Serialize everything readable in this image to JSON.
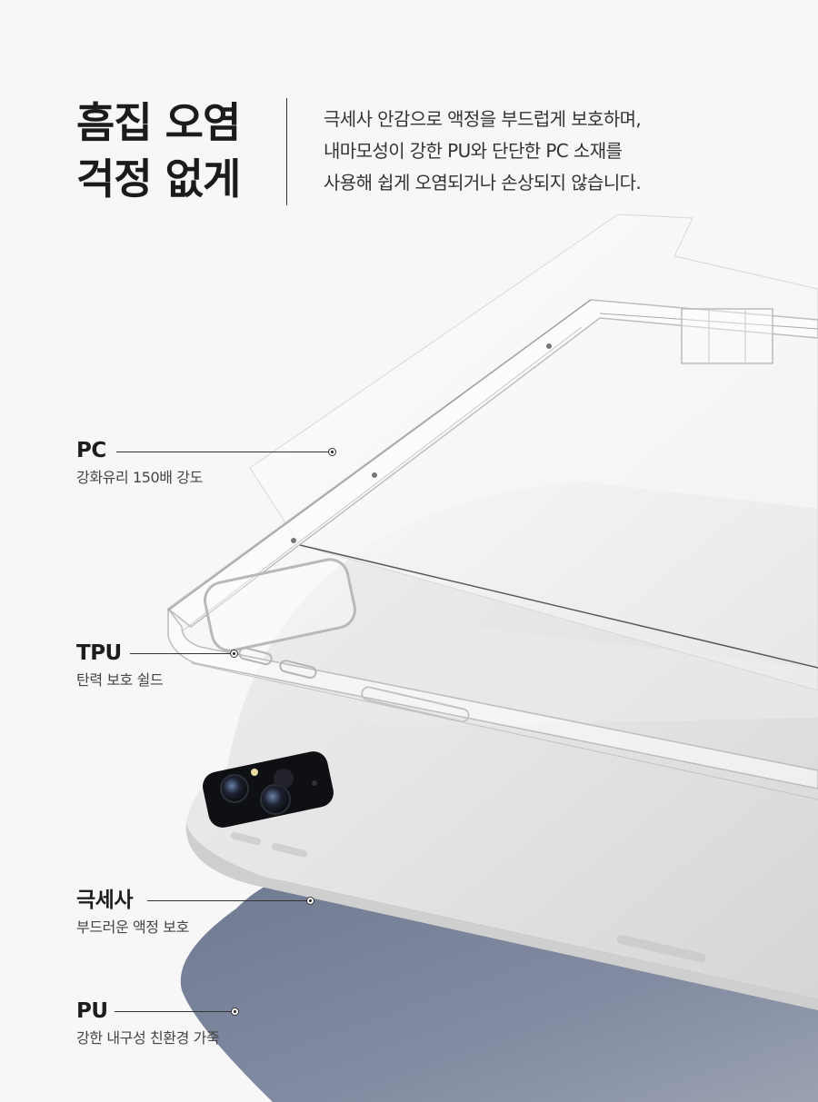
{
  "headline": {
    "line1": "흠집 오염",
    "line2": "걱정 없게"
  },
  "description": {
    "line1": "극세사 안감으로 액정을 부드럽게 보호하며,",
    "line2": "내마모성이 강한 PU와 단단한 PC 소재를",
    "line3": "사용해 쉽게 오염되거나 손상되지 않습니다."
  },
  "layers": [
    {
      "name": "PC",
      "desc": "강화유리 150배 강도"
    },
    {
      "name": "TPU",
      "desc": "탄력 보호 쉴드"
    },
    {
      "name": "극세사",
      "desc": "부드러운 액정 보호"
    },
    {
      "name": "PU",
      "desc": "강한 내구성 친환경 가죽"
    }
  ],
  "colors": {
    "background": "#f7f7f7",
    "pu_leather": "#7e889f",
    "tablet_body": "#e6e6e6",
    "text_dark": "#1b1b1b"
  }
}
